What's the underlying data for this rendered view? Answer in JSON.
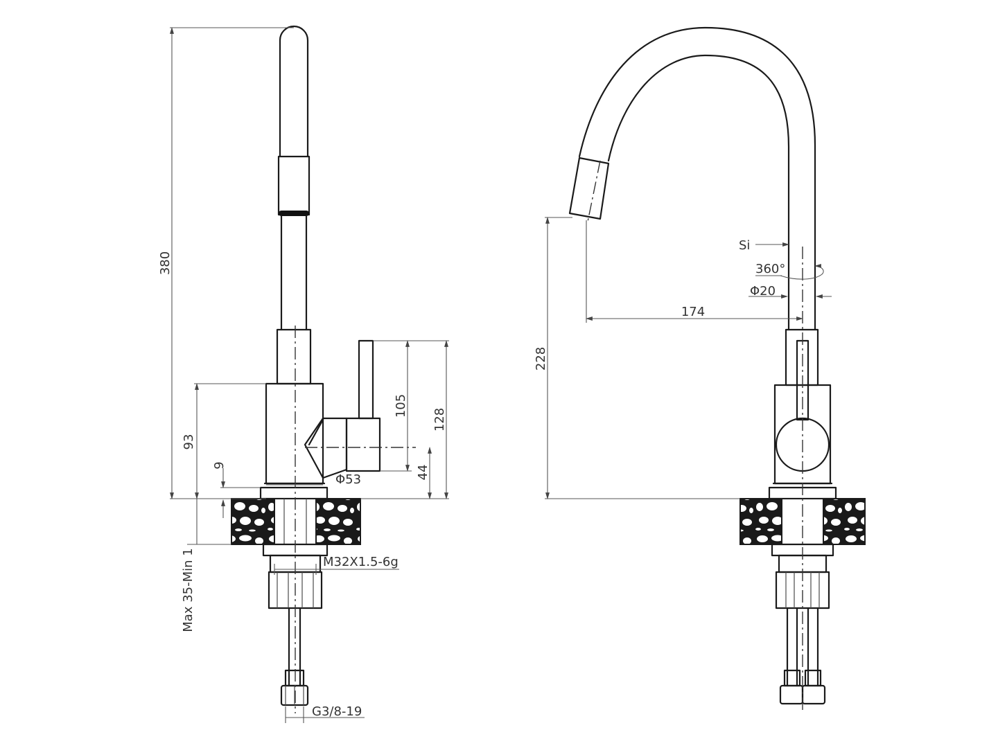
{
  "diagram": {
    "left_view": {
      "dim_height_total": "380",
      "dim_handle_top": "105",
      "dim_handle_body": "128",
      "dim_base_height": "93",
      "dim_base_ring": "9",
      "dim_handle_axis": "44",
      "dim_body_diameter": "Φ53",
      "dim_thread": "M32X1.5-6g",
      "dim_countertop": "Max 35-Min 1",
      "dim_hose_connector": "G3/8-19"
    },
    "right_view": {
      "label_material": "Si",
      "dim_rotation": "360°",
      "dim_spout_diameter": "Φ20",
      "dim_reach": "174",
      "dim_outlet_height": "228"
    },
    "colors": {
      "line": "#1a1a1a",
      "dimension": "#555555",
      "background": "#ffffff"
    }
  }
}
